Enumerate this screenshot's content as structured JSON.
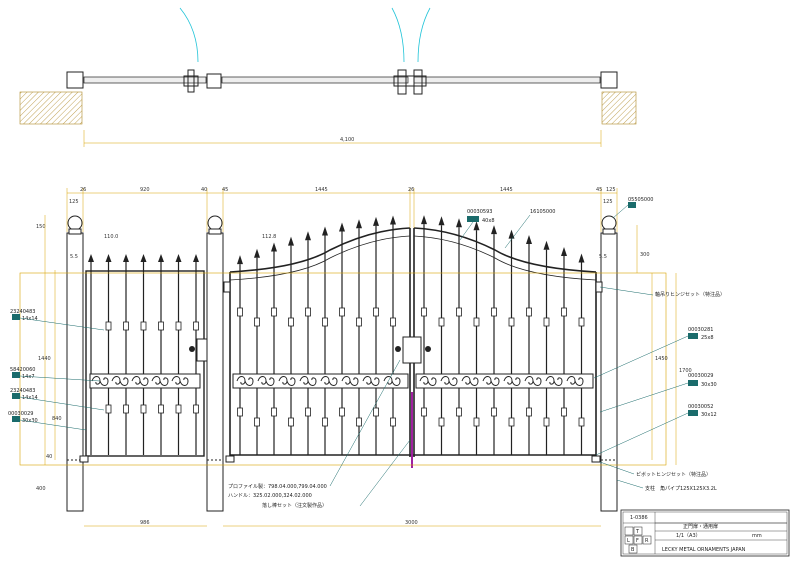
{
  "plan_view": {
    "overall_width": "4,100"
  },
  "elevation": {
    "top_dims": [
      "26",
      "920",
      "40",
      "45",
      "1445",
      "26",
      "1445",
      "45",
      "125"
    ],
    "side_dims": [
      "125",
      "1450",
      "150",
      "5.5",
      "5.5"
    ],
    "right_dims": [
      "300",
      "1450",
      "1700"
    ],
    "bottom_dims": [
      "986",
      "3000"
    ],
    "left_dims": [
      "1440",
      "840",
      "40",
      "400"
    ],
    "pitch_left": "110.0",
    "pitch_right": "112.8"
  },
  "callouts": {
    "left": [
      {
        "code": "23240483",
        "spec": "14x14"
      },
      {
        "code": "58420060",
        "spec": "14x7"
      },
      {
        "code": "23240483",
        "spec": "14x14"
      },
      {
        "code": "00030029",
        "spec": "30x30"
      }
    ],
    "top": [
      {
        "code": "00030593",
        "spec": "40x8"
      },
      {
        "code": "16105000",
        "spec": ""
      },
      {
        "code": "05505000",
        "spec": ""
      }
    ],
    "right": [
      {
        "code": "00030281",
        "spec": "25x8"
      },
      {
        "code": "00030029",
        "spec": "30x30"
      },
      {
        "code": "00030052",
        "spec": "30x12"
      }
    ],
    "hinge_top": "軸吊りヒンジセット（特注品）",
    "pivot_hinge": "ピボットヒンジセット（特注品）",
    "post": "支柱　角パイプ125X125X3.2L",
    "profile": "プロファイル製：798.04.000,799.04.000",
    "handle": "ハンドル：325.02.000,324.02.000",
    "drop_rod": "落し棒セット（注文製作品）"
  },
  "title_block": {
    "drawing_no": "1-0386",
    "title": "正門扉・通用扉",
    "scale": "1/1（A3）",
    "unit": "mm",
    "company": "LECKY METAL ORNAMENTS JAPAN",
    "initials": [
      "L",
      "T",
      "F",
      "R",
      "B"
    ]
  },
  "colors": {
    "line": "#222222",
    "dim": "#d8a200",
    "arc": "#22c4d8",
    "callout": "#1a6b6b",
    "tag": "#1a6b6b",
    "rod": "#a020a0"
  }
}
